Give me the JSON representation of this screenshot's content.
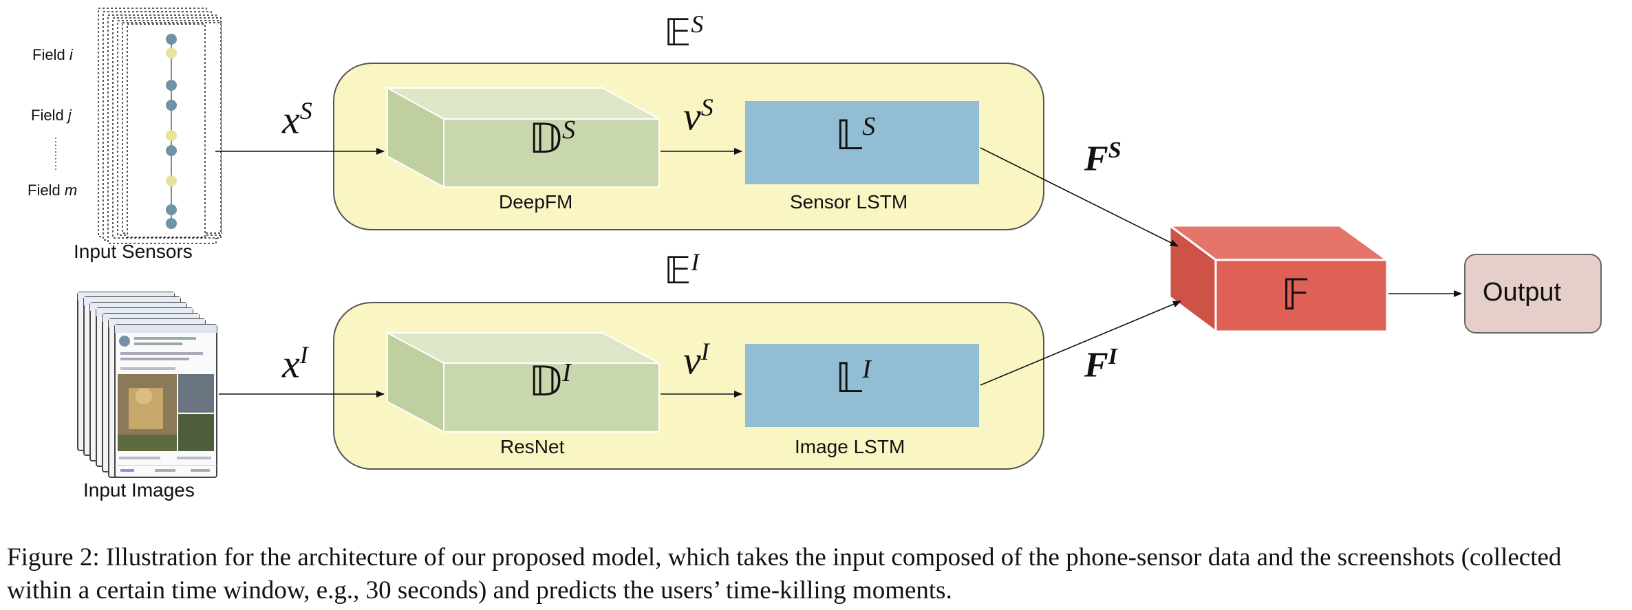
{
  "sensors": {
    "field_word": "Field",
    "field_i": "i",
    "field_j": "j",
    "field_m": "m",
    "input_label": "Input Sensors"
  },
  "images": {
    "input_label": "Input Images"
  },
  "top_branch": {
    "encoder_base": "𝔼",
    "encoder_sup": "S",
    "input_base": "x",
    "input_sup": "S",
    "d_base": "𝔻",
    "d_sup": "S",
    "d_name": "DeepFM",
    "v_base": "v",
    "v_sup": "S",
    "l_base": "𝕃",
    "l_sup": "S",
    "l_name": "Sensor LSTM",
    "f_base": "F",
    "f_sup": "S"
  },
  "bottom_branch": {
    "encoder_base": "𝔼",
    "encoder_sup": "I",
    "input_base": "x",
    "input_sup": "I",
    "d_base": "𝔻",
    "d_sup": "I",
    "d_name": "ResNet",
    "v_base": "v",
    "v_sup": "I",
    "l_base": "𝕃",
    "l_sup": "I",
    "l_name": "Image LSTM",
    "f_base": "F",
    "f_sup": "I"
  },
  "fusion": {
    "symbol": "𝔽"
  },
  "output": {
    "label": "Output"
  },
  "caption": {
    "figure": "Figure 2:",
    "text": "Illustration for the architecture of our proposed model, which takes the input composed of the phone-sensor data and the screenshots (collected within a certain time window, e.g., 30 seconds) and predicts the users’ time-killing moments."
  },
  "colors": {
    "encoder_fill": "#faf6c4",
    "block_green": "#c9d7ae",
    "block_blue": "#93bdd3",
    "fusion_red": "#df6055",
    "output_fill": "#e6cfca",
    "dot_blue": "#6e93a5",
    "dot_yellow": "#e8e29b"
  }
}
